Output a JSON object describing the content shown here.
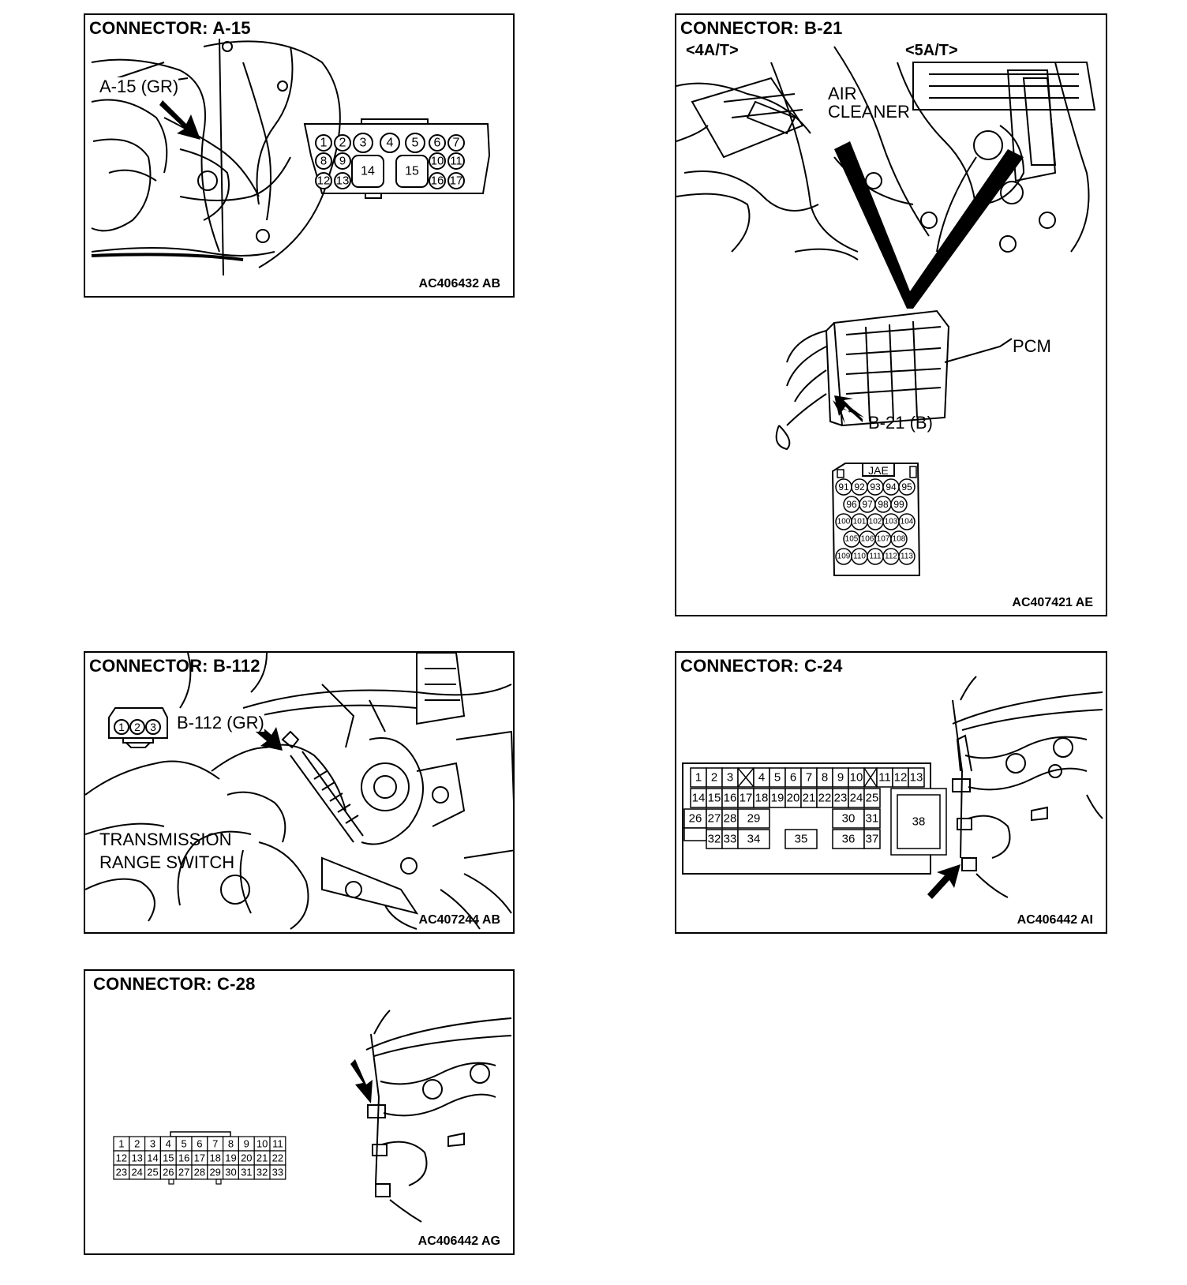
{
  "panels": {
    "a15": {
      "title": "CONNECTOR: A-15",
      "callout": "A-15 (GR)",
      "code": "AC406432 AB",
      "pins": [
        "1",
        "2",
        "3",
        "4",
        "5",
        "6",
        "7",
        "8",
        "9",
        "10",
        "11",
        "12",
        "13",
        "14",
        "15",
        "16",
        "17"
      ]
    },
    "b21": {
      "title": "CONNECTOR: B-21",
      "variant_left": "<4A/T>",
      "variant_right": "<5A/T>",
      "air_cleaner": "AIR\nCLEANER",
      "pcm": "PCM",
      "callout": "B-21 (B)",
      "brand": "JAE",
      "code": "AC407421 AE",
      "pins": [
        "91",
        "92",
        "93",
        "94",
        "95",
        "96",
        "97",
        "98",
        "99",
        "100",
        "101",
        "102",
        "103",
        "104",
        "105",
        "106",
        "107",
        "108",
        "109",
        "110",
        "111",
        "112",
        "113"
      ]
    },
    "b112": {
      "title": "CONNECTOR: B-112",
      "callout": "B-112 (GR)",
      "component": "TRANSMISSION\nRANGE SWITCH",
      "code": "AC407244 AB",
      "pins": [
        "1",
        "2",
        "3"
      ]
    },
    "c24": {
      "title": "CONNECTOR: C-24",
      "code": "AC406442 AI",
      "pins": [
        "1",
        "2",
        "3",
        "4",
        "5",
        "6",
        "7",
        "8",
        "9",
        "10",
        "11",
        "12",
        "13",
        "14",
        "15",
        "16",
        "17",
        "18",
        "19",
        "20",
        "21",
        "22",
        "23",
        "24",
        "25",
        "26",
        "27",
        "28",
        "29",
        "30",
        "31",
        "32",
        "33",
        "34",
        "35",
        "36",
        "37",
        "38"
      ]
    },
    "c28": {
      "title": "CONNECTOR: C-28",
      "code": "AC406442 AG",
      "pins": [
        "1",
        "2",
        "3",
        "4",
        "5",
        "6",
        "7",
        "8",
        "9",
        "10",
        "11",
        "12",
        "13",
        "14",
        "15",
        "16",
        "17",
        "18",
        "19",
        "20",
        "21",
        "22",
        "23",
        "24",
        "25",
        "26",
        "27",
        "28",
        "29",
        "30",
        "31",
        "32",
        "33"
      ]
    }
  }
}
